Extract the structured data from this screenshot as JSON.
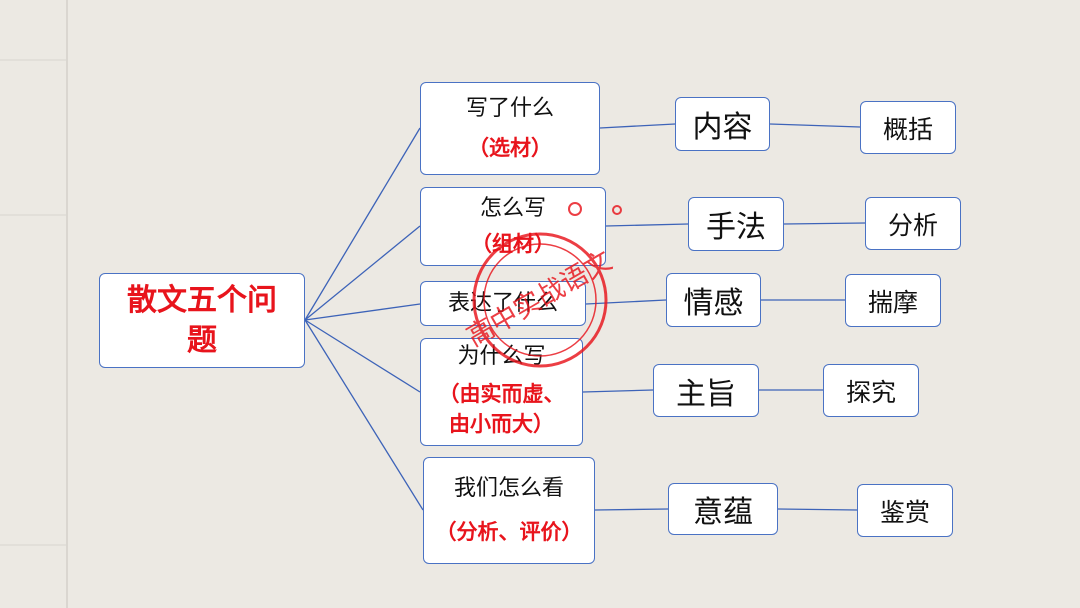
{
  "root": {
    "line1": "散文五个问",
    "line2": "题"
  },
  "questions": [
    {
      "text": "写了什么",
      "sub": "（选材）"
    },
    {
      "text": "怎么写",
      "sub": "（组材）"
    },
    {
      "text": "表达了什么",
      "sub": ""
    },
    {
      "text": "为什么写",
      "sub1": "（由实而虚、",
      "sub2": "由小而大）"
    },
    {
      "text": "我们怎么看",
      "sub": "（分析、评价）"
    }
  ],
  "concepts": [
    "内容",
    "手法",
    "情感",
    "主旨",
    "意蕴"
  ],
  "methods": [
    "概括",
    "分析",
    "揣摩",
    "探究",
    "鉴赏"
  ],
  "stamp": {
    "text": "高中实战语文"
  },
  "colors": {
    "accent_red": "#e8141c",
    "border_blue": "#4a72c4",
    "background": "#ece9e3"
  }
}
